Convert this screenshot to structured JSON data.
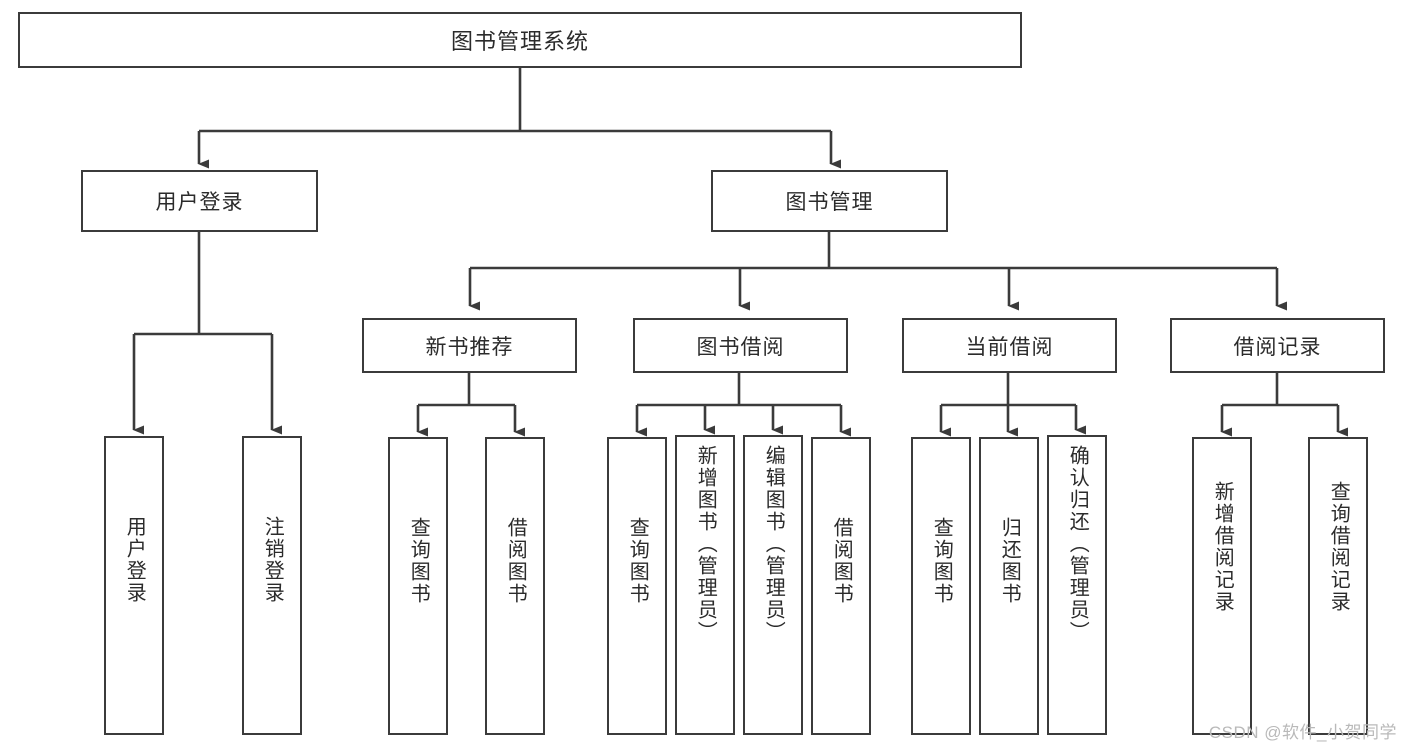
{
  "diagram": {
    "title": "图书管理系统",
    "type": "tree",
    "watermark": "CSDN @软件_小贺同学",
    "colors": {
      "box_border": "#3b3b3b",
      "box_fill": "#ffffff",
      "text": "#2b2b2b",
      "connector": "#3b3b3b",
      "watermark": "#b9b9b9",
      "background": "#ffffff"
    },
    "nodes": {
      "root": {
        "label": "图书管理系统",
        "level": 0,
        "orientation": "horizontal"
      },
      "user_login": {
        "label": "用户登录",
        "level": 1,
        "orientation": "horizontal"
      },
      "book_mgmt": {
        "label": "图书管理",
        "level": 1,
        "orientation": "horizontal"
      },
      "new_book_rec": {
        "label": "新书推荐",
        "level": 2,
        "orientation": "horizontal"
      },
      "book_borrow": {
        "label": "图书借阅",
        "level": 2,
        "orientation": "horizontal"
      },
      "current_borrow": {
        "label": "当前借阅",
        "level": 2,
        "orientation": "horizontal"
      },
      "borrow_record": {
        "label": "借阅记录",
        "level": 2,
        "orientation": "horizontal"
      },
      "leaf_user_login": {
        "label": "用户登录",
        "level": 2,
        "orientation": "vertical"
      },
      "leaf_logout": {
        "label": "注销登录",
        "level": 2,
        "orientation": "vertical"
      },
      "leaf_query_book_1": {
        "label": "查询图书",
        "level": 3,
        "orientation": "vertical"
      },
      "leaf_borrow_book_1": {
        "label": "借阅图书",
        "level": 3,
        "orientation": "vertical"
      },
      "leaf_query_book_2": {
        "label": "查询图书",
        "level": 3,
        "orientation": "vertical"
      },
      "leaf_add_book": {
        "label": "新增图书（管理员）",
        "level": 3,
        "orientation": "vertical"
      },
      "leaf_edit_book": {
        "label": "编辑图书（管理员）",
        "level": 3,
        "orientation": "vertical"
      },
      "leaf_borrow_book_2": {
        "label": "借阅图书",
        "level": 3,
        "orientation": "vertical"
      },
      "leaf_query_book_3": {
        "label": "查询图书",
        "level": 3,
        "orientation": "vertical"
      },
      "leaf_return_book": {
        "label": "归还图书",
        "level": 3,
        "orientation": "vertical"
      },
      "leaf_confirm_return": {
        "label": "确认归还（管理员）",
        "level": 3,
        "orientation": "vertical"
      },
      "leaf_add_record": {
        "label": "新增借阅记录",
        "level": 3,
        "orientation": "vertical"
      },
      "leaf_query_record": {
        "label": "查询借阅记录",
        "level": 3,
        "orientation": "vertical"
      }
    },
    "edges": [
      {
        "from": "root",
        "to": "user_login"
      },
      {
        "from": "root",
        "to": "book_mgmt"
      },
      {
        "from": "user_login",
        "to": "leaf_user_login"
      },
      {
        "from": "user_login",
        "to": "leaf_logout"
      },
      {
        "from": "book_mgmt",
        "to": "new_book_rec"
      },
      {
        "from": "book_mgmt",
        "to": "book_borrow"
      },
      {
        "from": "book_mgmt",
        "to": "current_borrow"
      },
      {
        "from": "book_mgmt",
        "to": "borrow_record"
      },
      {
        "from": "new_book_rec",
        "to": "leaf_query_book_1"
      },
      {
        "from": "new_book_rec",
        "to": "leaf_borrow_book_1"
      },
      {
        "from": "book_borrow",
        "to": "leaf_query_book_2"
      },
      {
        "from": "book_borrow",
        "to": "leaf_add_book"
      },
      {
        "from": "book_borrow",
        "to": "leaf_edit_book"
      },
      {
        "from": "book_borrow",
        "to": "leaf_borrow_book_2"
      },
      {
        "from": "current_borrow",
        "to": "leaf_query_book_3"
      },
      {
        "from": "current_borrow",
        "to": "leaf_return_book"
      },
      {
        "from": "current_borrow",
        "to": "leaf_confirm_return"
      },
      {
        "from": "borrow_record",
        "to": "leaf_add_record"
      },
      {
        "from": "borrow_record",
        "to": "leaf_query_record"
      }
    ]
  }
}
